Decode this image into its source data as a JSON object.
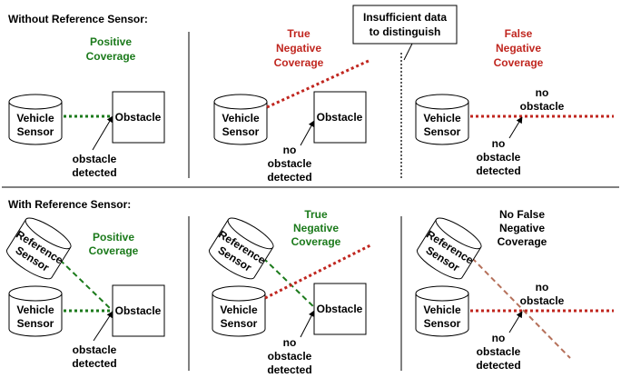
{
  "sections": {
    "without": "Without Reference Sensor:",
    "with": "With Reference Sensor:"
  },
  "callout": {
    "line1": "Insufficient data",
    "line2": "to distinguish"
  },
  "labels": {
    "vehicle1": "Vehicle",
    "vehicle2": "Sensor",
    "reference1": "Reference",
    "reference2": "Sensor",
    "obstacle": "Obstacle",
    "no": "no",
    "obstacle_lower": "obstacle",
    "detected": "detected"
  },
  "panels": {
    "positive": {
      "line1": "Positive",
      "line2": "Coverage"
    },
    "true_negative": {
      "line1": "True",
      "line2": "Negative",
      "line3": "Coverage"
    },
    "false_negative": {
      "line1": "False",
      "line2": "Negative",
      "line3": "Coverage"
    },
    "no_false_negative": {
      "line1": "No False",
      "line2": "Negative",
      "line3": "Coverage"
    }
  },
  "colors": {
    "positive": "#1b7a1b",
    "negative": "#c0261f",
    "reference_line": "#b5705a"
  }
}
